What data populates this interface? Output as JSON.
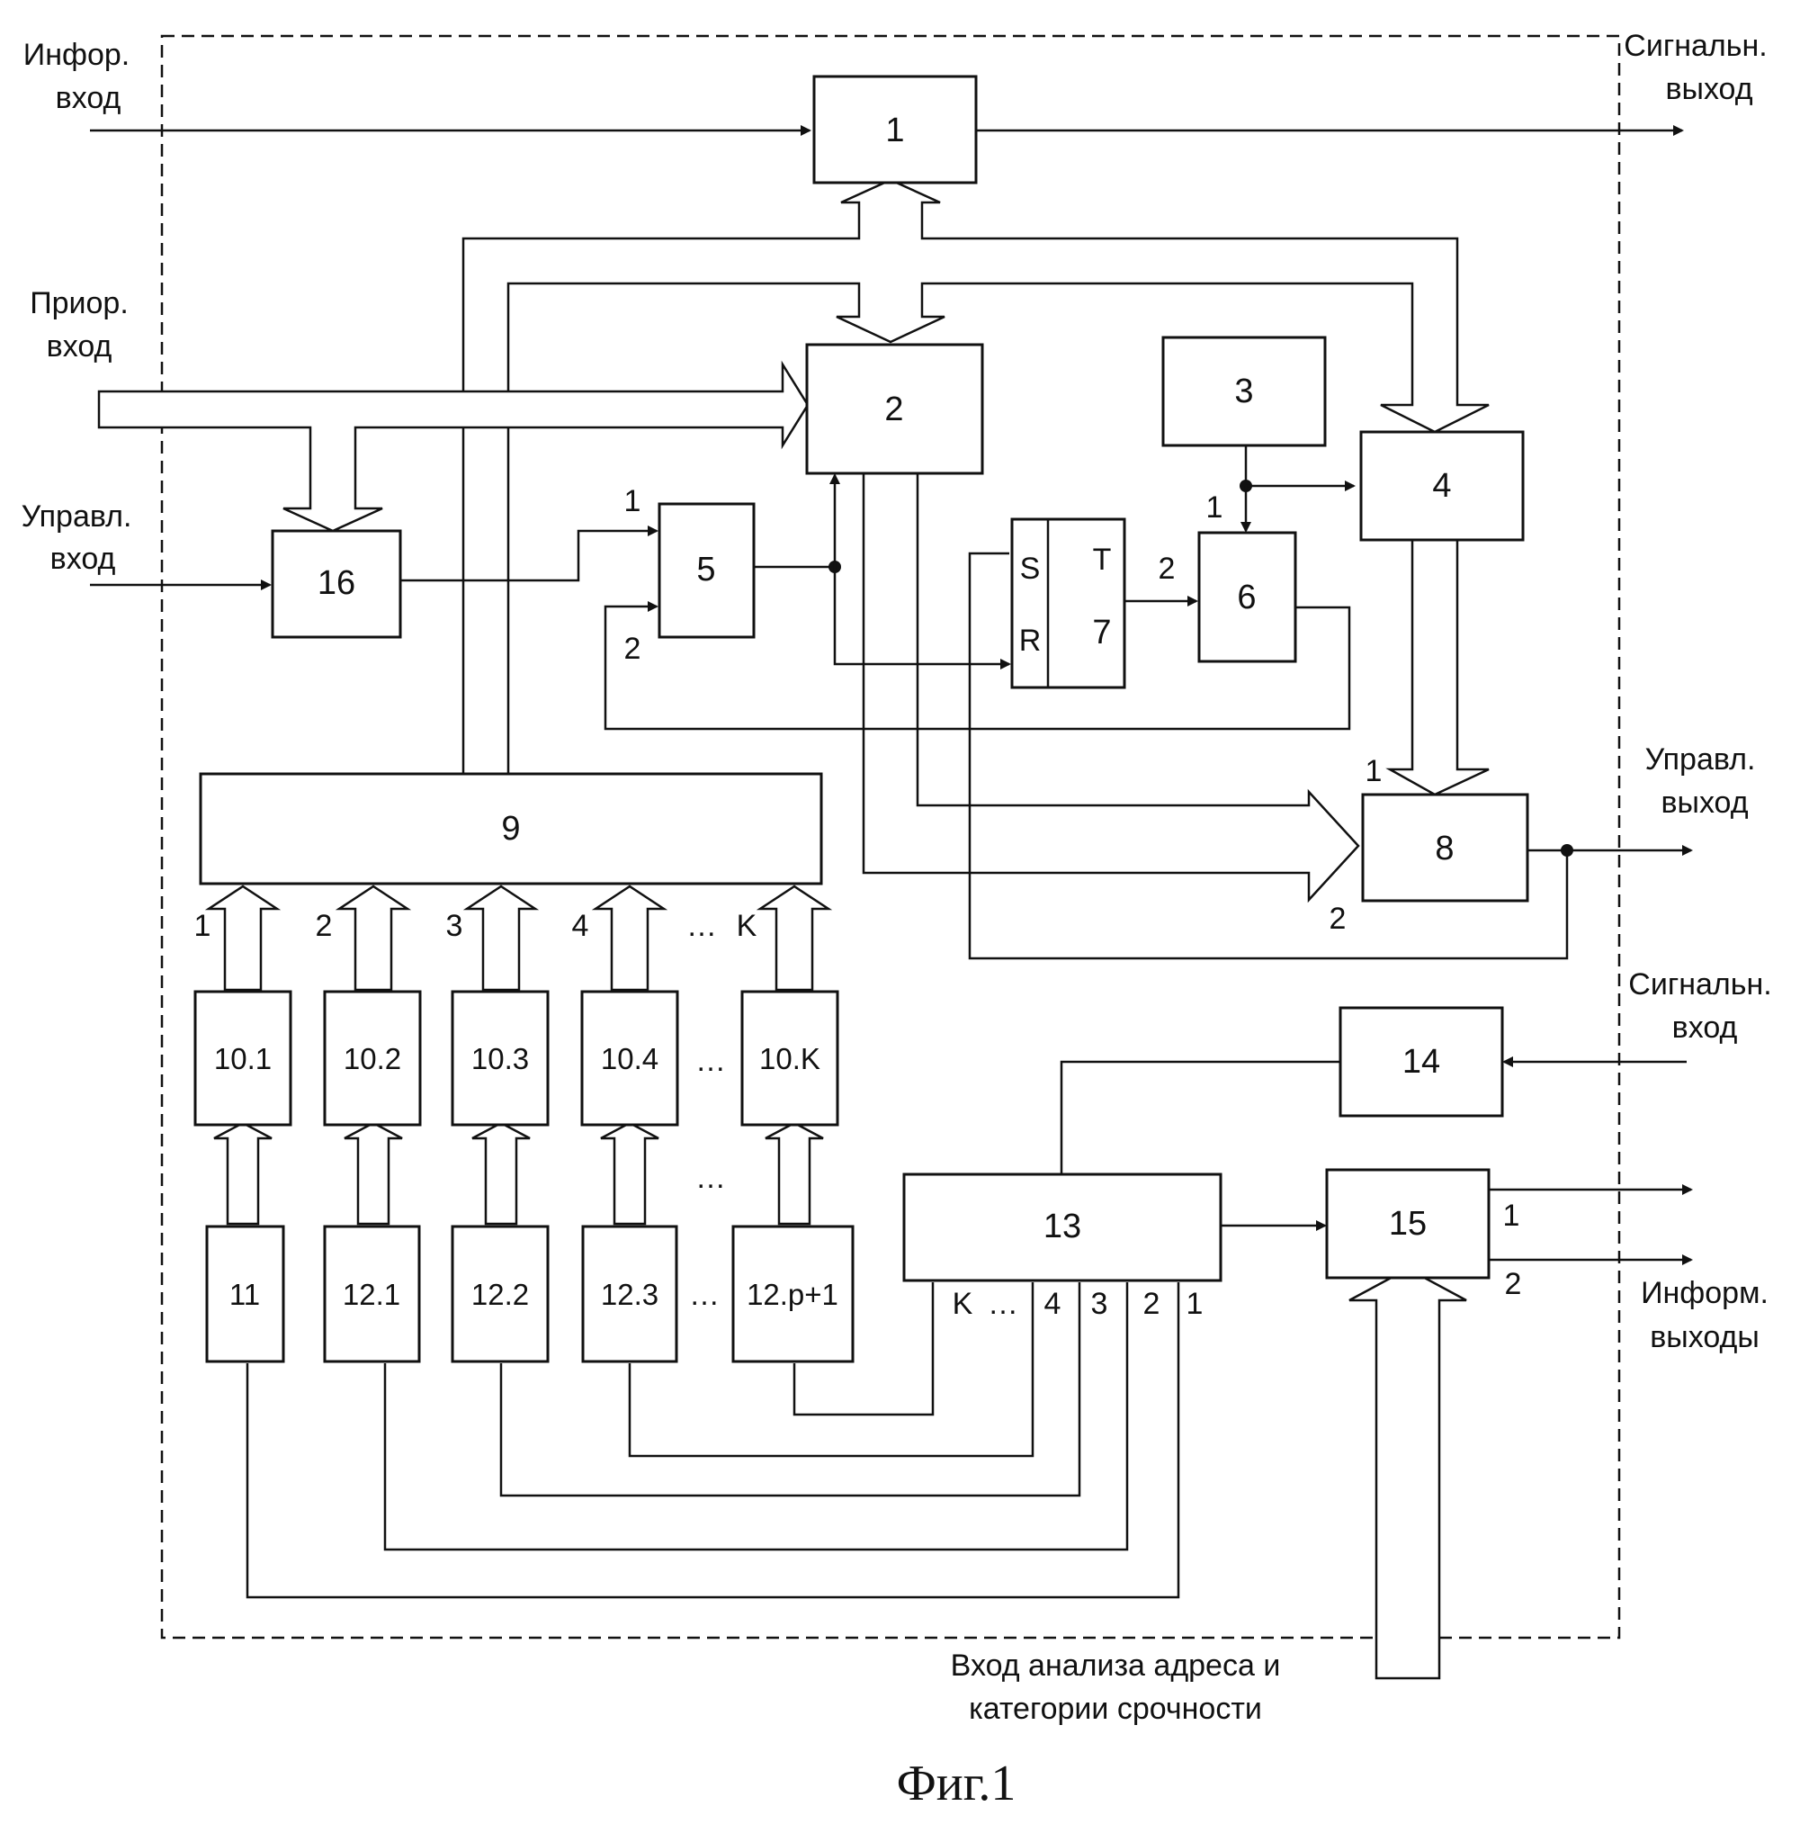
{
  "io_labels": {
    "info_in_1": "Инфор.",
    "info_in_2": "вход",
    "signal_out_1": "Сигнальн.",
    "signal_out_2": "выход",
    "prior_in_1": "Приор.",
    "prior_in_2": "вход",
    "ctrl_in_1": "Управл.",
    "ctrl_in_2": "вход",
    "ctrl_out_1": "Управл.",
    "ctrl_out_2": "выход",
    "signal_in_1": "Сигнальн.",
    "signal_in_2": "вход",
    "info_outs_1": "Информ.",
    "info_outs_2": "выходы",
    "addr_in_1": "Вход анализа адреса и",
    "addr_in_2": "категории срочности"
  },
  "blocks": {
    "b1": "1",
    "b2": "2",
    "b3": "3",
    "b4": "4",
    "b5": "5",
    "b6": "6",
    "b7": "7",
    "b7_s": "S",
    "b7_r": "R",
    "b7_t": "T",
    "b8": "8",
    "b9": "9",
    "b10_1": "10.1",
    "b10_2": "10.2",
    "b10_3": "10.3",
    "b10_4": "10.4",
    "b10_k": "10.K",
    "b11": "11",
    "b12_1": "12.1",
    "b12_2": "12.2",
    "b12_3": "12.3",
    "b12_p1": "12.p+1",
    "b13": "13",
    "b14": "14",
    "b15": "15",
    "b16": "16"
  },
  "port_labels": {
    "p5_1": "1",
    "p5_2": "2",
    "p6_1": "1",
    "p6_2": "2",
    "p8_1": "1",
    "p8_2": "2",
    "p9_1": "1",
    "p9_2": "2",
    "p9_3": "3",
    "p9_4": "4",
    "p9_k": "K",
    "p9_dots": "…",
    "p10_dots": "…",
    "p12_dots": "…",
    "p12_dots_mid": "…",
    "p13_k": "K",
    "p13_dots": "…",
    "p13_4": "4",
    "p13_3": "3",
    "p13_2": "2",
    "p13_1": "1",
    "p15_1": "1",
    "p15_2": "2"
  },
  "caption": "Фиг.1"
}
